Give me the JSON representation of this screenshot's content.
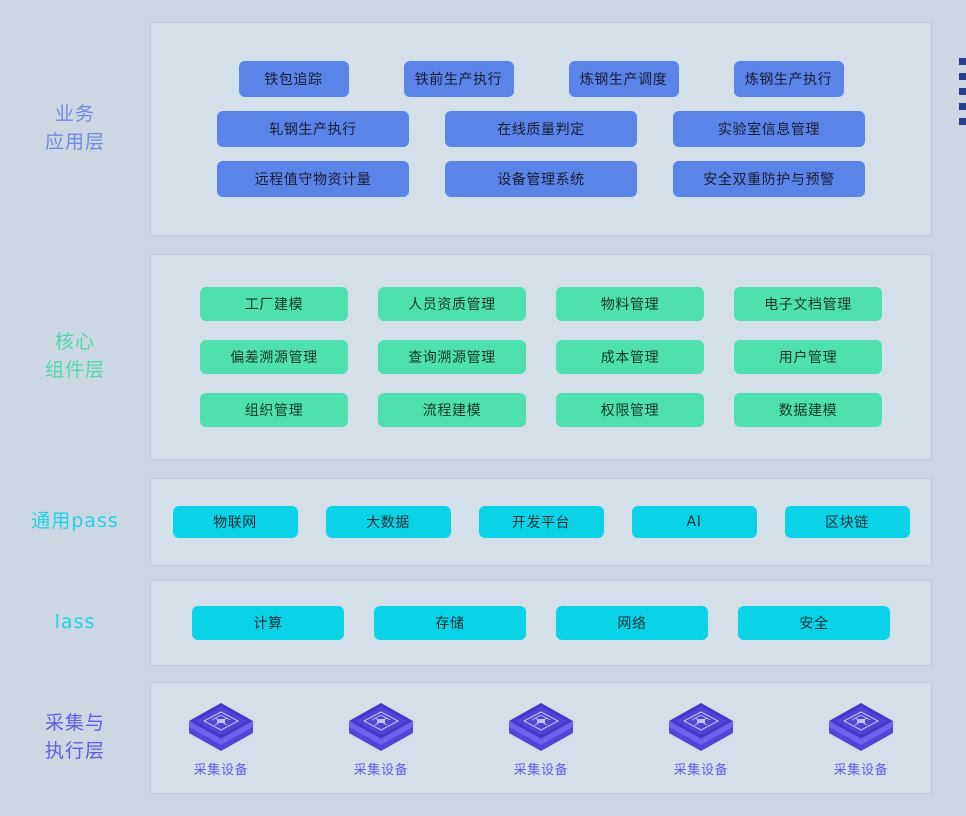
{
  "colors": {
    "background": "#cbd8e3",
    "panel_fill": "#d4e0e9",
    "panel_border": "#b9cfe0",
    "business_blue": "#5b84e8",
    "core_green": "#4ee0ad",
    "platform_cyan": "#0ad3e8",
    "device_indigo": "#5b5fe0",
    "legend_navy": "#2b3f8f"
  },
  "layers": {
    "business": {
      "label_lines": [
        "业务",
        "应用层"
      ],
      "rows": [
        [
          "铁包追踪",
          "铁前生产执行",
          "炼钢生产调度",
          "炼钢生产执行"
        ],
        [
          "轧钢生产执行",
          "在线质量判定",
          "实验室信息管理"
        ],
        [
          "远程值守物资计量",
          "设备管理系统",
          "安全双重防护与预警"
        ]
      ]
    },
    "core": {
      "label_lines": [
        "核心",
        "组件层"
      ],
      "rows": [
        [
          "工厂建模",
          "人员资质管理",
          "物料管理",
          "电子文档管理"
        ],
        [
          "偏差溯源管理",
          "查询溯源管理",
          "成本管理",
          "用户管理"
        ],
        [
          "组织管理",
          "流程建模",
          "权限管理",
          "数据建模"
        ]
      ]
    },
    "paas": {
      "label_lines": [
        "通用pass"
      ],
      "rows": [
        [
          "物联网",
          "大数据",
          "开发平台",
          "AI",
          "区块链"
        ]
      ]
    },
    "iaas": {
      "label_lines": [
        "lass"
      ],
      "rows": [
        [
          "计算",
          "存储",
          "网络",
          "安全"
        ]
      ]
    },
    "collect": {
      "label_lines": [
        "采集与",
        "执行层"
      ],
      "devices": [
        {
          "icon": "chip-device-icon",
          "label": "采集设备"
        },
        {
          "icon": "chip-device-icon",
          "label": "采集设备"
        },
        {
          "icon": "chip-device-icon",
          "label": "采集设备"
        },
        {
          "icon": "chip-device-icon",
          "label": "采集设备"
        },
        {
          "icon": "chip-device-icon",
          "label": "采集设备"
        }
      ]
    }
  },
  "edge_legend": {
    "markers": [
      "legend-square-marker",
      "legend-square-marker",
      "legend-square-marker",
      "legend-square-marker",
      "legend-square-marker"
    ]
  }
}
